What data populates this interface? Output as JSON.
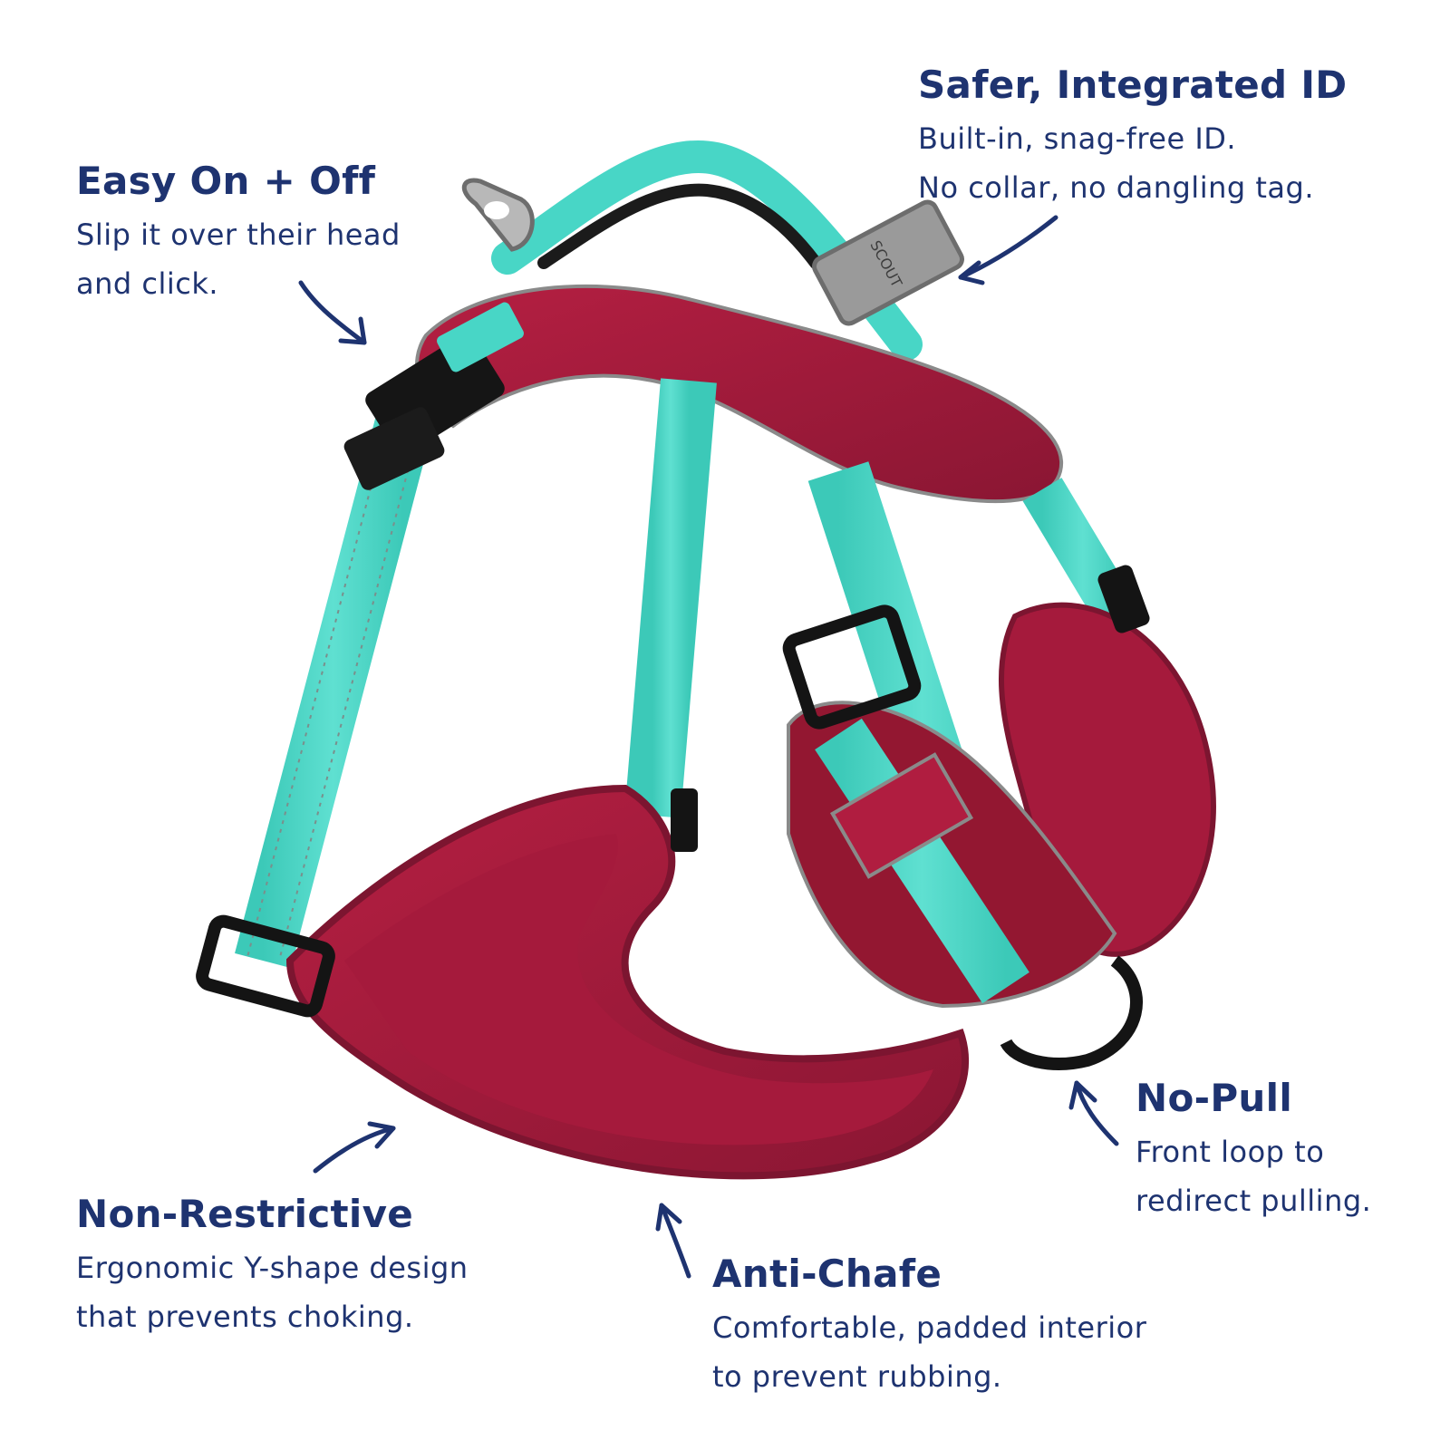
{
  "colors": {
    "text_navy": "#1e3370",
    "arrow_navy": "#1e3370",
    "webbing_teal": "#48d6c6",
    "padding_red": "#a51a3c",
    "padding_dark_red": "#7c1530",
    "buckle_black": "#141414",
    "id_plate_silver": "#9a9a9a"
  },
  "icons": [
    "arrow-icon",
    "harness-illustration",
    "buckle-icon",
    "id-tag-icon",
    "d-ring-icon"
  ],
  "callouts": {
    "easy_on": {
      "title": "Easy On + Off",
      "lines": [
        "Slip it over their head",
        "and click."
      ]
    },
    "safer_id": {
      "title": "Safer, Integrated ID",
      "lines": [
        "Built-in, snag-free ID.",
        "No collar, no dangling tag."
      ]
    },
    "no_pull": {
      "title": "No-Pull",
      "lines": [
        "Front loop to",
        "redirect pulling."
      ]
    },
    "non_restrictive": {
      "title": "Non-Restrictive",
      "lines": [
        "Ergonomic Y-shape design",
        "that prevents choking."
      ]
    },
    "anti_chafe": {
      "title": "Anti-Chafe",
      "lines": [
        "Comfortable, padded interior",
        "to prevent rubbing."
      ]
    }
  },
  "product": {
    "id_plate_text": "SCOUT"
  }
}
